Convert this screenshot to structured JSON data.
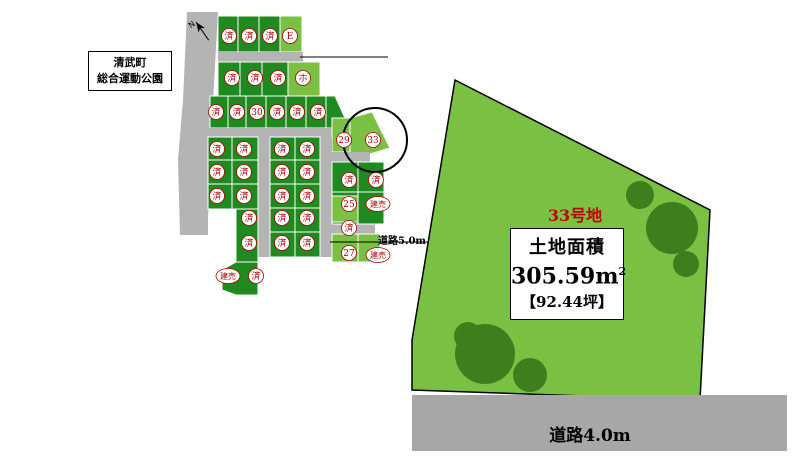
{
  "park": {
    "line1": "清武町",
    "line2": "総合運動公園"
  },
  "small_road_label": "道路5.0m",
  "lot": {
    "name": "33号地",
    "area_title": "土地面積",
    "area_value": "305.59",
    "area_unit": "m",
    "area_unit_sup": "2",
    "area_tsubo": "【92.44坪】"
  },
  "road_label": "道路4.0m",
  "site_map": {
    "sold_mark": "済",
    "built_mark": "建売",
    "lot_numbers": {
      "n30": "30",
      "n29": "29",
      "n33": "33",
      "n25": "25",
      "n27": "27",
      "E": "E",
      "ho": "ホ"
    }
  },
  "colors": {
    "lot_dark": "#1f8a1f",
    "lot_light": "#7ac143",
    "road": "#b4b4b4",
    "label_red": "#c00000"
  }
}
